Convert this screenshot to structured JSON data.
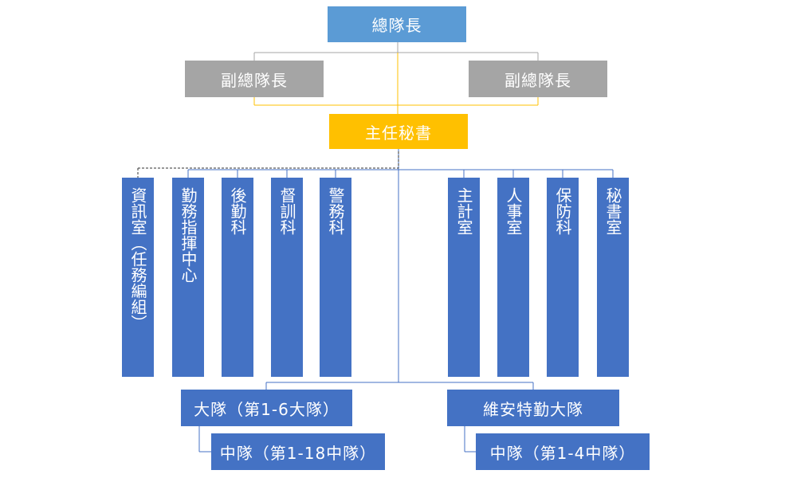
{
  "chart": {
    "commander": "總隊長",
    "deputy_left": "副總隊長",
    "deputy_right": "副總隊長",
    "secretary": "主任秘書",
    "left_units": [
      "資訊室（任務編組）",
      "勤務指揮中心",
      "後勤科",
      "督訓科",
      "警務科"
    ],
    "right_units": [
      "主計室",
      "人事室",
      "保防科",
      "秘書室"
    ],
    "battalion_left": "大隊（第1-6大隊）",
    "battalion_right": "維安特勤大隊",
    "squadron_left": "中隊（第1-18中隊）",
    "squadron_right": "中隊（第1-4中隊）"
  },
  "colors": {
    "commander": "#5b9bd5",
    "deputy": "#a5a5a5",
    "secretary": "#ffc000",
    "units": "#4472c4",
    "connector_deputy": "#a5a5a5",
    "connector_secretary": "#ffc000",
    "connector_units": "#4472c4",
    "connector_dashed": "#333333"
  }
}
